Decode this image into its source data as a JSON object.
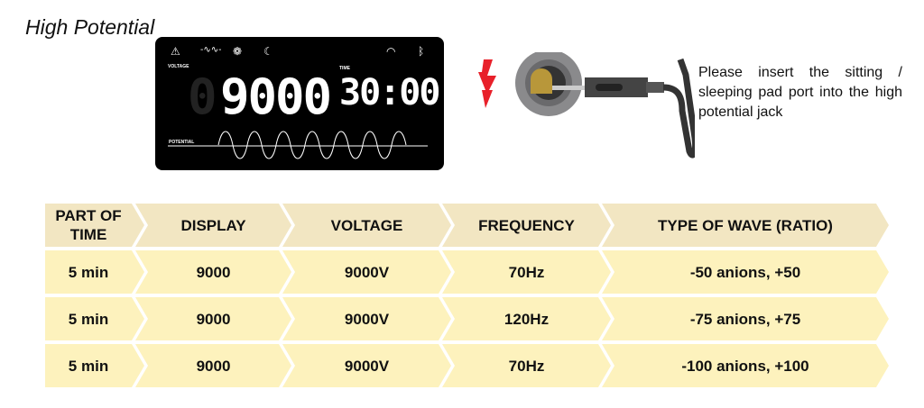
{
  "title": "High Potential",
  "display": {
    "voltage_label": "VOLTAGE",
    "time_label": "TIME",
    "potential_label": "POTENTIAL",
    "voltage_value": "9000",
    "time_value": "30:00"
  },
  "note": "Please insert the sitting / sleeping pad port  into the high potential jack",
  "table": {
    "headers": [
      "PART OF TIME",
      "DISPLAY",
      "VOLTAGE",
      "FREQUENCY",
      "TYPE OF WAVE (RATIO)"
    ],
    "rows": [
      [
        "5 min",
        "9000",
        "9000V",
        "70Hz",
        "-50 anions, +50"
      ],
      [
        "5 min",
        "9000",
        "9000V",
        "120Hz",
        "-75 anions, +75"
      ],
      [
        "5 min",
        "9000",
        "9000V",
        "70Hz",
        "-100 anions, +100"
      ]
    ]
  },
  "colors": {
    "header": "#f2e6c2",
    "row": "#fdf2bd",
    "bolt": "#e8202a",
    "plug": "#b8973a"
  }
}
